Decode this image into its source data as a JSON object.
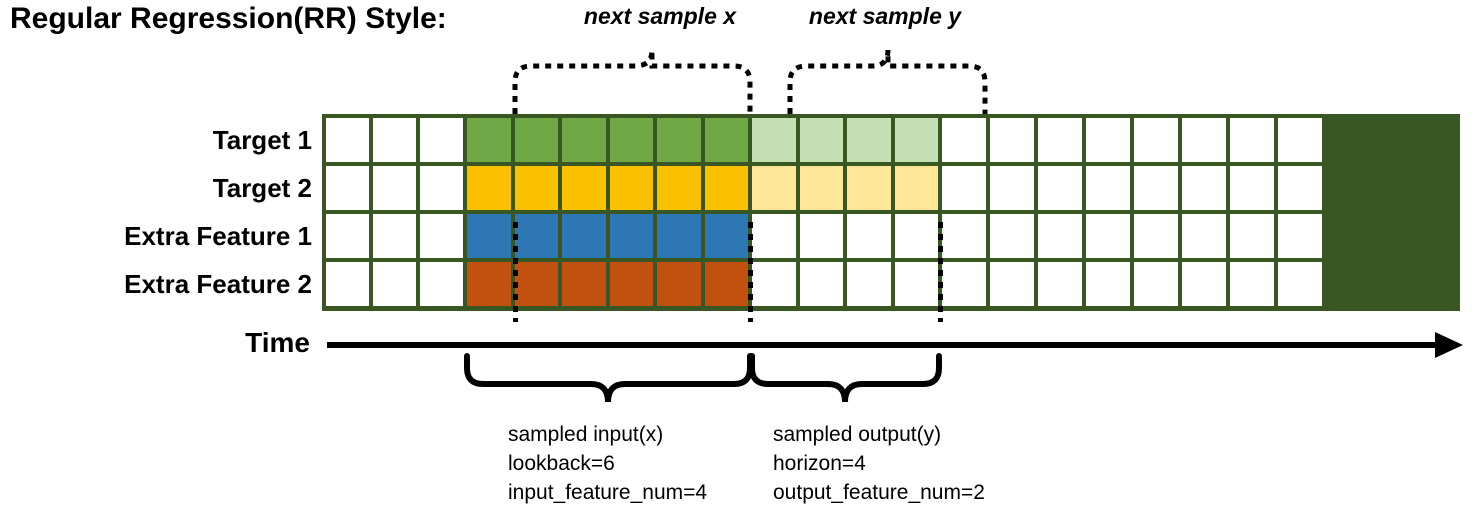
{
  "title": "Regular Regression(RR) Style:",
  "rows": [
    {
      "label": "Target 1",
      "name": "target-1"
    },
    {
      "label": "Target 2",
      "name": "target-2"
    },
    {
      "label": "Extra Feature 1",
      "name": "extra-feature-1"
    },
    {
      "label": "Extra Feature 2",
      "name": "extra-feature-2"
    }
  ],
  "axis": {
    "label": "Time"
  },
  "annotations": {
    "next_sample_x": "next sample x",
    "next_sample_y": "next sample y"
  },
  "captions": {
    "input": {
      "line1": "sampled input(x)",
      "line2": "lookback=6",
      "line3": "input_feature_num=4"
    },
    "output": {
      "line1": "sampled output(y)",
      "line2": "horizon=4",
      "line3": "output_feature_num=2"
    }
  },
  "colors": {
    "grid_border": "#385723",
    "empty": "#ffffff",
    "target1_input": "#6FA845",
    "target1_output": "#C5E0B4",
    "target2_input": "#FBC000",
    "target2_output": "#FFE699",
    "feature1_input": "#2E77B5",
    "feature2_input": "#C2500F",
    "annotation": "#000000"
  },
  "grid": {
    "total_columns": 21,
    "pad_left_columns": 3,
    "lookback_columns": 6,
    "horizon_columns": 4,
    "pad_right_columns": 8
  },
  "chart_data": {
    "type": "heatmap",
    "title": "Regular Regression(RR) Style:",
    "xlabel": "Time",
    "ylabel": "",
    "categories": [
      "Target 1",
      "Target 2",
      "Extra Feature 1",
      "Extra Feature 2"
    ],
    "lookback": 6,
    "horizon": 4,
    "input_feature_num": 4,
    "output_feature_num": 2,
    "cell_fills": [
      [
        "empty",
        "empty",
        "empty",
        "target1_input",
        "target1_input",
        "target1_input",
        "target1_input",
        "target1_input",
        "target1_input",
        "target1_output",
        "target1_output",
        "target1_output",
        "target1_output",
        "empty",
        "empty",
        "empty",
        "empty",
        "empty",
        "empty",
        "empty",
        "empty"
      ],
      [
        "empty",
        "empty",
        "empty",
        "target2_input",
        "target2_input",
        "target2_input",
        "target2_input",
        "target2_input",
        "target2_input",
        "target2_output",
        "target2_output",
        "target2_output",
        "target2_output",
        "empty",
        "empty",
        "empty",
        "empty",
        "empty",
        "empty",
        "empty",
        "empty"
      ],
      [
        "empty",
        "empty",
        "empty",
        "feature1_input",
        "feature1_input",
        "feature1_input",
        "feature1_input",
        "feature1_input",
        "feature1_input",
        "empty",
        "empty",
        "empty",
        "empty",
        "empty",
        "empty",
        "empty",
        "empty",
        "empty",
        "empty",
        "empty",
        "empty"
      ],
      [
        "empty",
        "empty",
        "empty",
        "feature2_input",
        "feature2_input",
        "feature2_input",
        "feature2_input",
        "feature2_input",
        "feature2_input",
        "empty",
        "empty",
        "empty",
        "empty",
        "empty",
        "empty",
        "empty",
        "empty",
        "empty",
        "empty",
        "empty",
        "empty"
      ]
    ]
  }
}
